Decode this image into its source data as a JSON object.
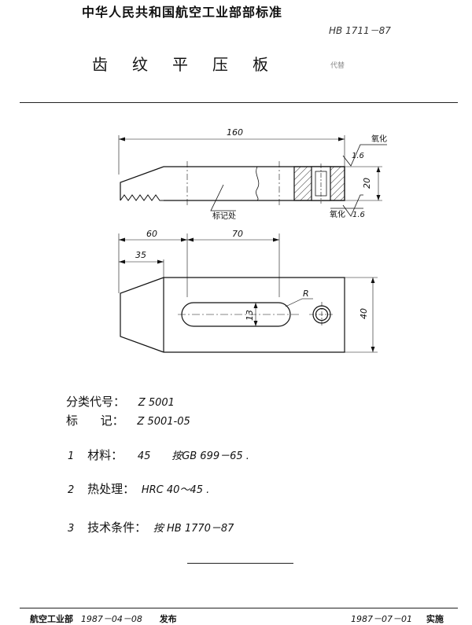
{
  "header": {
    "publisher_line": "中华人民共和国航空工业部部标准",
    "standard_number": "HB 1711－87",
    "title_chars": [
      "齿",
      "纹",
      "平",
      "压",
      "板"
    ],
    "subtitle": "代替"
  },
  "drawing": {
    "front_view": {
      "dim_length": "160",
      "dim_height": "20",
      "finish_top": "氧化",
      "roughness_top": "1.6",
      "finish_bottom": "氧化",
      "roughness_bottom": "1.6",
      "mark_label": "标记处"
    },
    "plan_view": {
      "dim_60": "60",
      "dim_70": "70",
      "dim_35": "35",
      "dim_width": "40",
      "slot_width": "13",
      "radius_label": "R"
    }
  },
  "specs": {
    "class_code_label": "分类代号：",
    "class_code_value": "Z 5001",
    "mark_label": "标      记：",
    "mark_value": "Z 5001-05",
    "items": [
      {
        "num": "1",
        "label": "材料：",
        "value": "45",
        "extra": "按GB 699－65 ."
      },
      {
        "num": "2",
        "label": "热处理：",
        "value": "HRC 40～45 .",
        "extra": ""
      },
      {
        "num": "3",
        "label": "技术条件：",
        "value": "按 HB 1770－87",
        "extra": ""
      }
    ]
  },
  "footer": {
    "issuer": "航空工业部",
    "issue_date": "1987－04－08",
    "issue_word": "发布",
    "effective_date": "1987－07－01",
    "effective_word": "实施"
  }
}
